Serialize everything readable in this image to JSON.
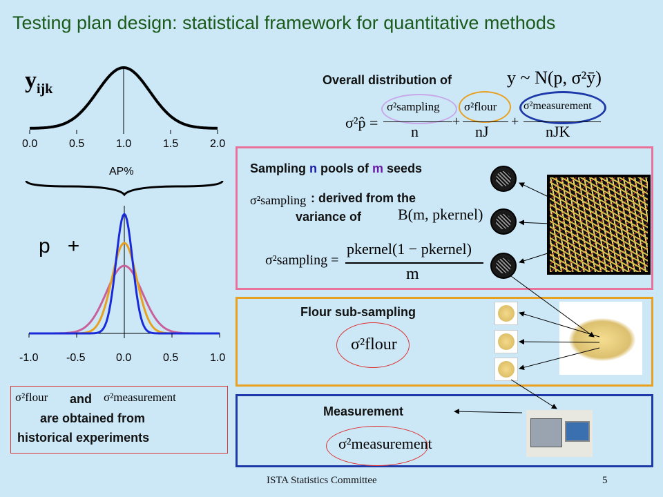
{
  "title": "Testing plan design: statistical framework for quantitative methods",
  "plot_top": {
    "ylabel_main": "y",
    "ylabel_sub": "ijk",
    "ticks": [
      "0.0",
      "0.5",
      "1.0",
      "1.5",
      "2.0"
    ],
    "xlabel": "AP%"
  },
  "plot_bottom": {
    "label": "p   +",
    "ticks": [
      "-1.0",
      "-0.5",
      "0.0",
      "0.5",
      "1.0"
    ],
    "curve_colors": [
      "#1a2ad8",
      "#e8a020",
      "#c8609a"
    ]
  },
  "overall": {
    "label": "Overall distribution of",
    "dist": "y ~ N(p, σ²ȳ)",
    "sigma_p": "σ²p̂ =",
    "term1_num": "σ²sampling",
    "term1_den": "n",
    "term2_num": "σ²flour",
    "term2_den": "nJ",
    "term3_num": "σ²measurement",
    "term3_den": "nJK",
    "ellipse_colors": [
      "#c8a8e8",
      "#e8a020",
      "#1e3aa8"
    ]
  },
  "sampling": {
    "heading_a": "Sampling ",
    "heading_n": "n",
    "heading_b": " pools of ",
    "heading_m": "m",
    "heading_c": " seeds",
    "sigma_label": "σ²sampling",
    "derived": ": derived from the",
    "variance_of": "variance of",
    "binomial": "B(m, pkernel)",
    "formula_lhs": "σ²sampling =",
    "formula_num": "pkernel(1 − pkernel)",
    "formula_den": "m"
  },
  "flour": {
    "heading": "Flour sub-sampling",
    "sigma": "σ²flour"
  },
  "measurement": {
    "heading": "Measurement",
    "sigma": "σ²measurement"
  },
  "historical": {
    "sigma_flour": "σ²flour",
    "and": "and",
    "sigma_meas": "σ²measurement",
    "line2": "are obtained from",
    "line3": "historical experiments"
  },
  "footer": {
    "org": "ISTA Statistics Committee",
    "page": "5"
  }
}
